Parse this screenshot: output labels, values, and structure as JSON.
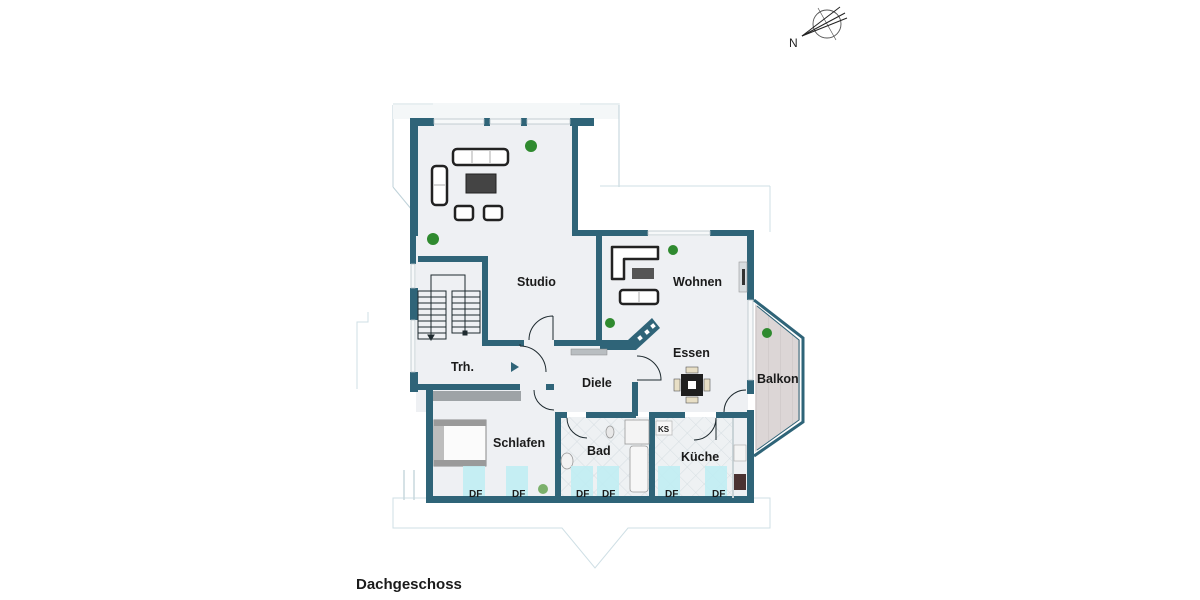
{
  "floor_plan": {
    "title": "Dachgeschoss",
    "compass": {
      "label": "N"
    },
    "rooms": [
      {
        "name": "Studio"
      },
      {
        "name": "Wohnen"
      },
      {
        "name": "Essen"
      },
      {
        "name": "Trh."
      },
      {
        "name": "Diele"
      },
      {
        "name": "Balkon"
      },
      {
        "name": "Schlafen"
      },
      {
        "name": "Bad"
      },
      {
        "name": "Küche"
      }
    ],
    "skylights": [
      "DF",
      "DF",
      "DF",
      "DF",
      "DF",
      "DF"
    ],
    "fixtures": {
      "fridge": "KS"
    },
    "colors": {
      "wall": "#2f6478",
      "floor": "#eef0f3",
      "tile": "#dfe6ea",
      "balcony": "#d9d3d3",
      "skylight": "#bfeef4",
      "roof_stripe": "#2f6478",
      "plant": "#2f8a2f"
    }
  }
}
